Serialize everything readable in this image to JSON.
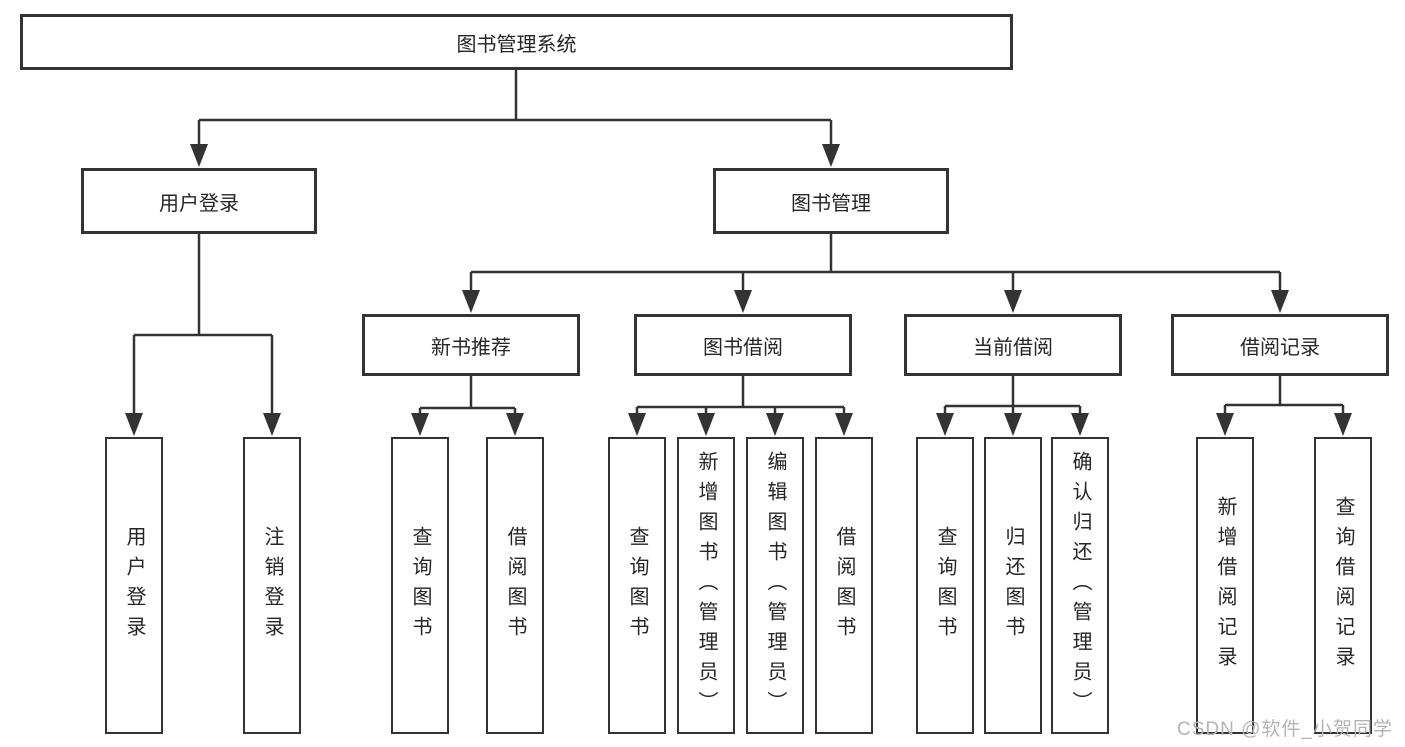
{
  "tree": {
    "label": "图书管理系统",
    "children": [
      {
        "label": "用户登录",
        "children": [
          {
            "label": "用户登录"
          },
          {
            "label": "注销登录"
          }
        ]
      },
      {
        "label": "图书管理",
        "children": [
          {
            "label": "新书推荐",
            "children": [
              {
                "label": "查询图书"
              },
              {
                "label": "借阅图书"
              }
            ]
          },
          {
            "label": "图书借阅",
            "children": [
              {
                "label": "查询图书"
              },
              {
                "label": "新增图书（管理员）"
              },
              {
                "label": "编辑图书（管理员）"
              },
              {
                "label": "借阅图书"
              }
            ]
          },
          {
            "label": "当前借阅",
            "children": [
              {
                "label": "查询图书"
              },
              {
                "label": "归还图书"
              },
              {
                "label": "确认归还（管理员）"
              }
            ]
          },
          {
            "label": "借阅记录",
            "children": [
              {
                "label": "新增借阅记录"
              },
              {
                "label": "查询借阅记录"
              }
            ]
          }
        ]
      }
    ]
  },
  "watermark": {
    "text": "CSDN @软件_小贺同学"
  },
  "colors": {
    "line": "#333333",
    "text": "#262626",
    "watermark": "#b4b4b4",
    "background": "#ffffff"
  }
}
